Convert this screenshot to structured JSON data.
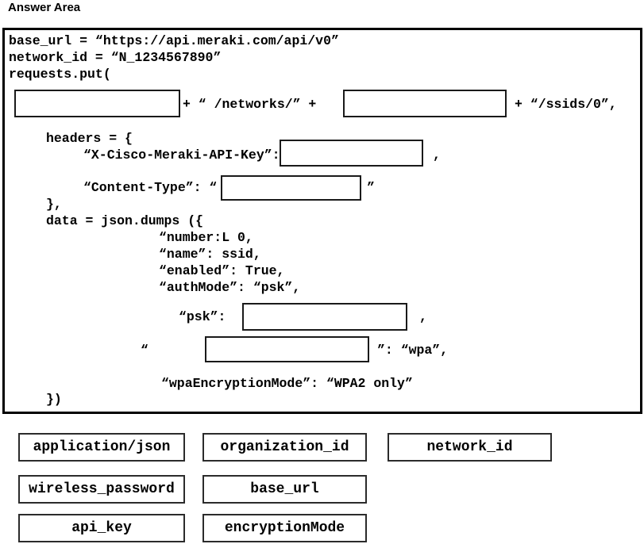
{
  "title": "Answer Area",
  "code": {
    "line_base_url": "base_url = “https://api.meraki.com/api/v0”",
    "line_network_id": "network_id = “N_1234567890”",
    "line_requests_put": "requests.put(",
    "concat_networks": "+ “ /networks/” +",
    "concat_ssids": "+ “/ssids/0”,",
    "headers_open": "headers = {",
    "api_key_label": "“X-Cisco-Meraki-API-Key”:",
    "api_key_comma": ",",
    "content_type_label": "“Content-Type”: “",
    "content_type_close_quote": "”",
    "headers_close": "},",
    "data_open": "data = json.dumps ({",
    "line_number": "“number:L 0,",
    "line_name": "“name”: ssid,",
    "line_enabled": "“enabled”: True,",
    "line_authmode": "“authMode”: “psk”,",
    "psk_label": "“psk”:",
    "psk_comma": ",",
    "mode_open_quote": "“",
    "mode_close": "”: “wpa”,",
    "line_wpa_mode": "“wpaEncryptionMode”: “WPA2 only”",
    "close_paren": "})"
  },
  "options": [
    {
      "label": "application/json"
    },
    {
      "label": "organization_id"
    },
    {
      "label": "network_id"
    },
    {
      "label": "wireless_password"
    },
    {
      "label": "base_url"
    },
    {
      "label": "api_key"
    },
    {
      "label": "encryptionMode"
    }
  ]
}
